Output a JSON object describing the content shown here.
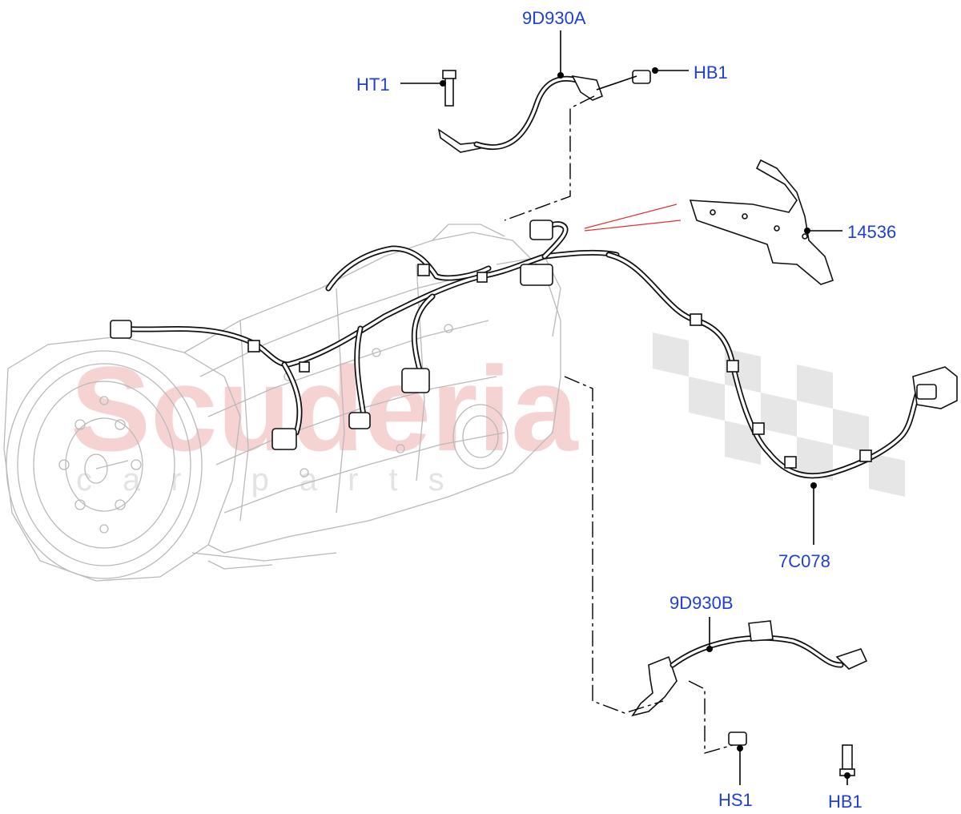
{
  "diagram": {
    "watermark": {
      "brand": "Scuderia",
      "sub": "car parts",
      "brand_color": "#f6d3d3",
      "checker_color": "#e0e0e0"
    },
    "label_color": "#1f3fd6",
    "callouts": [
      {
        "id": "9D930A",
        "text": "9D930A"
      },
      {
        "id": "HT1",
        "text": "HT1"
      },
      {
        "id": "HB1-top",
        "text": "HB1"
      },
      {
        "id": "14536",
        "text": "14536"
      },
      {
        "id": "7C078",
        "text": "7C078"
      },
      {
        "id": "9D930B",
        "text": "9D930B"
      },
      {
        "id": "HS1",
        "text": "HS1"
      },
      {
        "id": "HB1-bottom",
        "text": "HB1"
      }
    ]
  }
}
